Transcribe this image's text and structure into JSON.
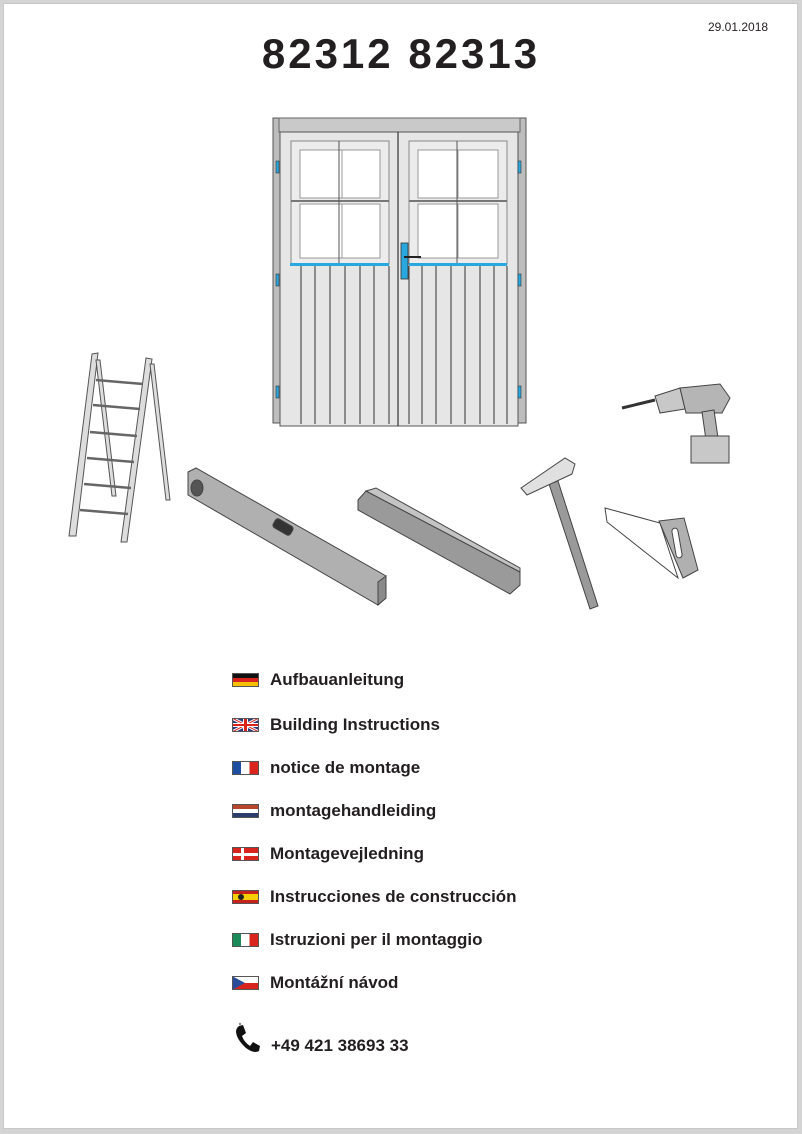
{
  "header": {
    "date": "29.01.2018",
    "title": "82312 82313"
  },
  "illustration": {
    "main": "double-door",
    "tools": [
      "ladder",
      "spirit-level",
      "folding-ruler",
      "hammer",
      "cordless-drill",
      "hand-saw"
    ],
    "accent_color": "#29a8e0"
  },
  "languages": [
    {
      "code": "de",
      "flag": "germany-flag",
      "label": "Aufbauanleitung"
    },
    {
      "code": "en",
      "flag": "uk-flag",
      "label": "Building Instructions"
    },
    {
      "code": "fr",
      "flag": "france-flag",
      "label": "notice de montage"
    },
    {
      "code": "nl",
      "flag": "netherlands-flag",
      "label": "montagehandleiding"
    },
    {
      "code": "da",
      "flag": "denmark-flag",
      "label": "Montagevejledning"
    },
    {
      "code": "es",
      "flag": "spain-flag",
      "label": "Instrucciones de construcción"
    },
    {
      "code": "it",
      "flag": "italy-flag",
      "label": "Istruzioni per il montaggio"
    },
    {
      "code": "cs",
      "flag": "czech-flag",
      "label": "Montážní návod"
    }
  ],
  "contact": {
    "icon": "phone-icon",
    "phone": "+49 421 38693 33"
  }
}
